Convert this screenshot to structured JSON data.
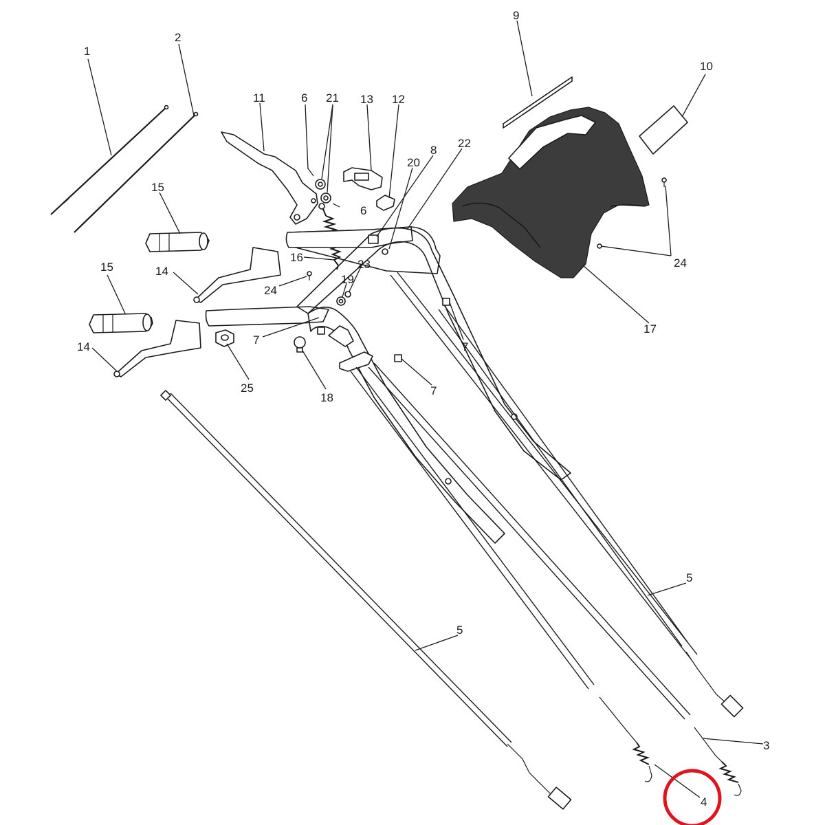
{
  "callouts": {
    "c1": "1",
    "c2": "2",
    "c3": "3",
    "c4": "4",
    "c5a": "5",
    "c5b": "5",
    "c6a": "6",
    "c6b": "6",
    "c7a": "7",
    "c7b": "7",
    "c7c": "7",
    "c8": "8",
    "c9": "9",
    "c10": "10",
    "c11": "11",
    "c12": "12",
    "c13": "13",
    "c14a": "14",
    "c14b": "14",
    "c15a": "15",
    "c15b": "15",
    "c16": "16",
    "c17": "17",
    "c18": "18",
    "c19": "19",
    "c20": "20",
    "c21": "21",
    "c22": "22",
    "c23": "23",
    "c24a": "24",
    "c24b": "24",
    "c25": "25"
  },
  "highlight": {
    "target": "4",
    "color": "#e0141e"
  }
}
